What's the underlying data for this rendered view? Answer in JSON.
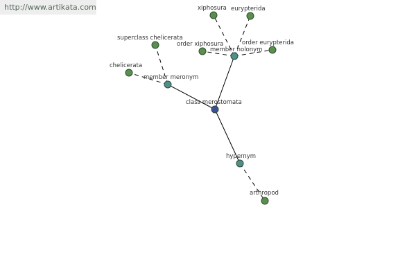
{
  "header": {
    "url": "http://www.artikata.com"
  },
  "colors": {
    "leaf": "#5b8f4d",
    "relation": "#4f8f8c",
    "center": "#3b4f9a"
  },
  "graph": {
    "center": "class merostomata",
    "relations": {
      "member_meronym": "member meronym",
      "member_holonym": "member holonym",
      "hypernym": "hypernym"
    },
    "leaves": {
      "chelicerata": "chelicerata",
      "superclass_chelicerata": "superclass chelicerata",
      "xiphosura": "xiphosura",
      "eurypterida": "eurypterida",
      "order_xiphosura": "order xiphosura",
      "order_eurypterida": "order eurypterida",
      "arthropod": "arthropod"
    }
  }
}
